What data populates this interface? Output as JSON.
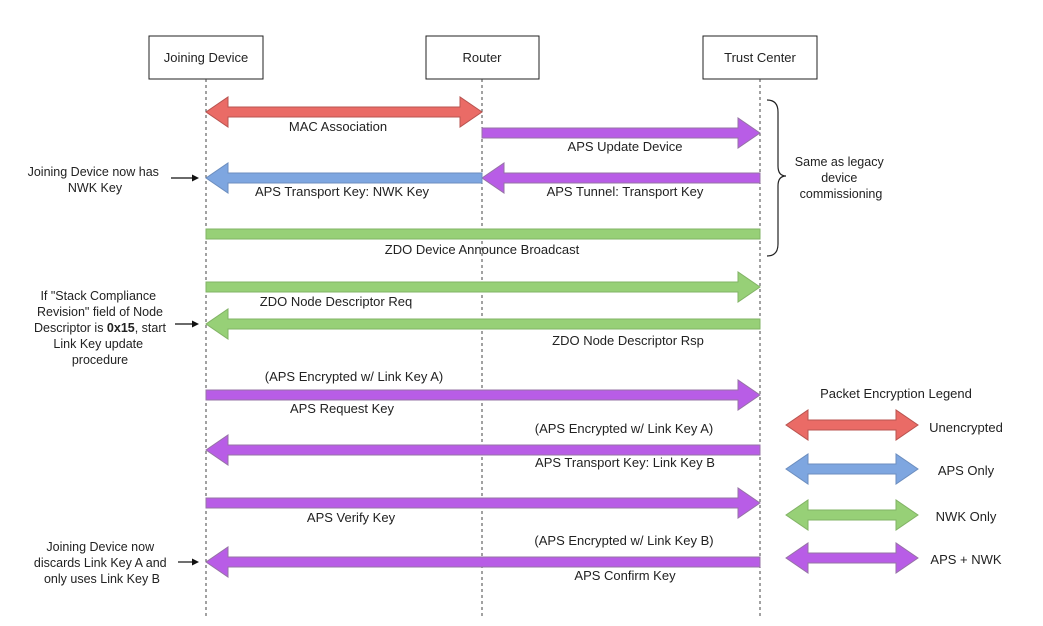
{
  "participants": [
    {
      "id": "jd",
      "label": "Joining Device"
    },
    {
      "id": "rt",
      "label": "Router"
    },
    {
      "id": "tc",
      "label": "Trust Center"
    }
  ],
  "colors": {
    "unencrypted": "#ea6b66",
    "aps_only": "#7ea6e0",
    "nwk_only": "#97d077",
    "aps_nwk": "#b85de6"
  },
  "messages": [
    {
      "id": "mac-association",
      "from": "jd",
      "to": "rt",
      "dir": "both",
      "enc": "unencrypted",
      "label": "MAC Association"
    },
    {
      "id": "aps-update-device",
      "from": "rt",
      "to": "tc",
      "dir": "right",
      "enc": "aps_nwk",
      "label": "APS Update Device"
    },
    {
      "id": "aps-tunnel-transport-key",
      "from": "tc",
      "to": "rt",
      "dir": "left",
      "enc": "aps_nwk",
      "label": "APS Tunnel: Transport Key"
    },
    {
      "id": "aps-transport-key-nwk",
      "from": "rt",
      "to": "jd",
      "dir": "left",
      "enc": "aps_only",
      "label": "APS Transport Key: NWK Key"
    },
    {
      "id": "zdo-device-announce",
      "from": "jd",
      "to": "tc",
      "dir": "none",
      "enc": "nwk_only",
      "label": "ZDO Device Announce Broadcast"
    },
    {
      "id": "zdo-node-descriptor-req",
      "from": "jd",
      "to": "tc",
      "dir": "right",
      "enc": "nwk_only",
      "label": "ZDO Node Descriptor Req"
    },
    {
      "id": "zdo-node-descriptor-rsp",
      "from": "tc",
      "to": "jd",
      "dir": "left",
      "enc": "nwk_only",
      "label": "ZDO Node Descriptor Rsp"
    },
    {
      "id": "aps-request-key",
      "from": "jd",
      "to": "tc",
      "dir": "right",
      "enc": "aps_nwk",
      "label": "APS Request Key",
      "annotation": "(APS Encrypted w/ Link Key A)"
    },
    {
      "id": "aps-transport-key-link",
      "from": "tc",
      "to": "jd",
      "dir": "left",
      "enc": "aps_nwk",
      "label": "APS Transport Key: Link Key B",
      "annotation": "(APS Encrypted w/ Link Key A)"
    },
    {
      "id": "aps-verify-key",
      "from": "jd",
      "to": "tc",
      "dir": "right",
      "enc": "aps_nwk",
      "label": "APS Verify Key"
    },
    {
      "id": "aps-confirm-key",
      "from": "tc",
      "to": "jd",
      "dir": "left",
      "enc": "aps_nwk",
      "label": "APS Confirm Key",
      "annotation": "(APS Encrypted w/ Link Key B)"
    }
  ],
  "side_notes": [
    {
      "id": "note-nwk-key",
      "lines": [
        "Joining Device now has",
        "NWK Key"
      ]
    },
    {
      "id": "note-stack-compliance",
      "lines": [
        "If \"Stack Compliance",
        "Revision\" field of Node",
        "Descriptor is ",
        "0x15",
        ", start",
        "Link Key update",
        "procedure"
      ]
    },
    {
      "id": "note-discard-key",
      "lines": [
        "Joining Device now",
        "discards Link Key A and",
        "only uses Link Key B"
      ]
    }
  ],
  "brace_note": [
    "Same as legacy",
    "device",
    "commissioning"
  ],
  "legend": {
    "title": "Packet Encryption Legend",
    "items": [
      {
        "enc": "unencrypted",
        "label": "Unencrypted"
      },
      {
        "enc": "aps_only",
        "label": "APS Only"
      },
      {
        "enc": "nwk_only",
        "label": "NWK Only"
      },
      {
        "enc": "aps_nwk",
        "label": "APS + NWK"
      }
    ]
  }
}
